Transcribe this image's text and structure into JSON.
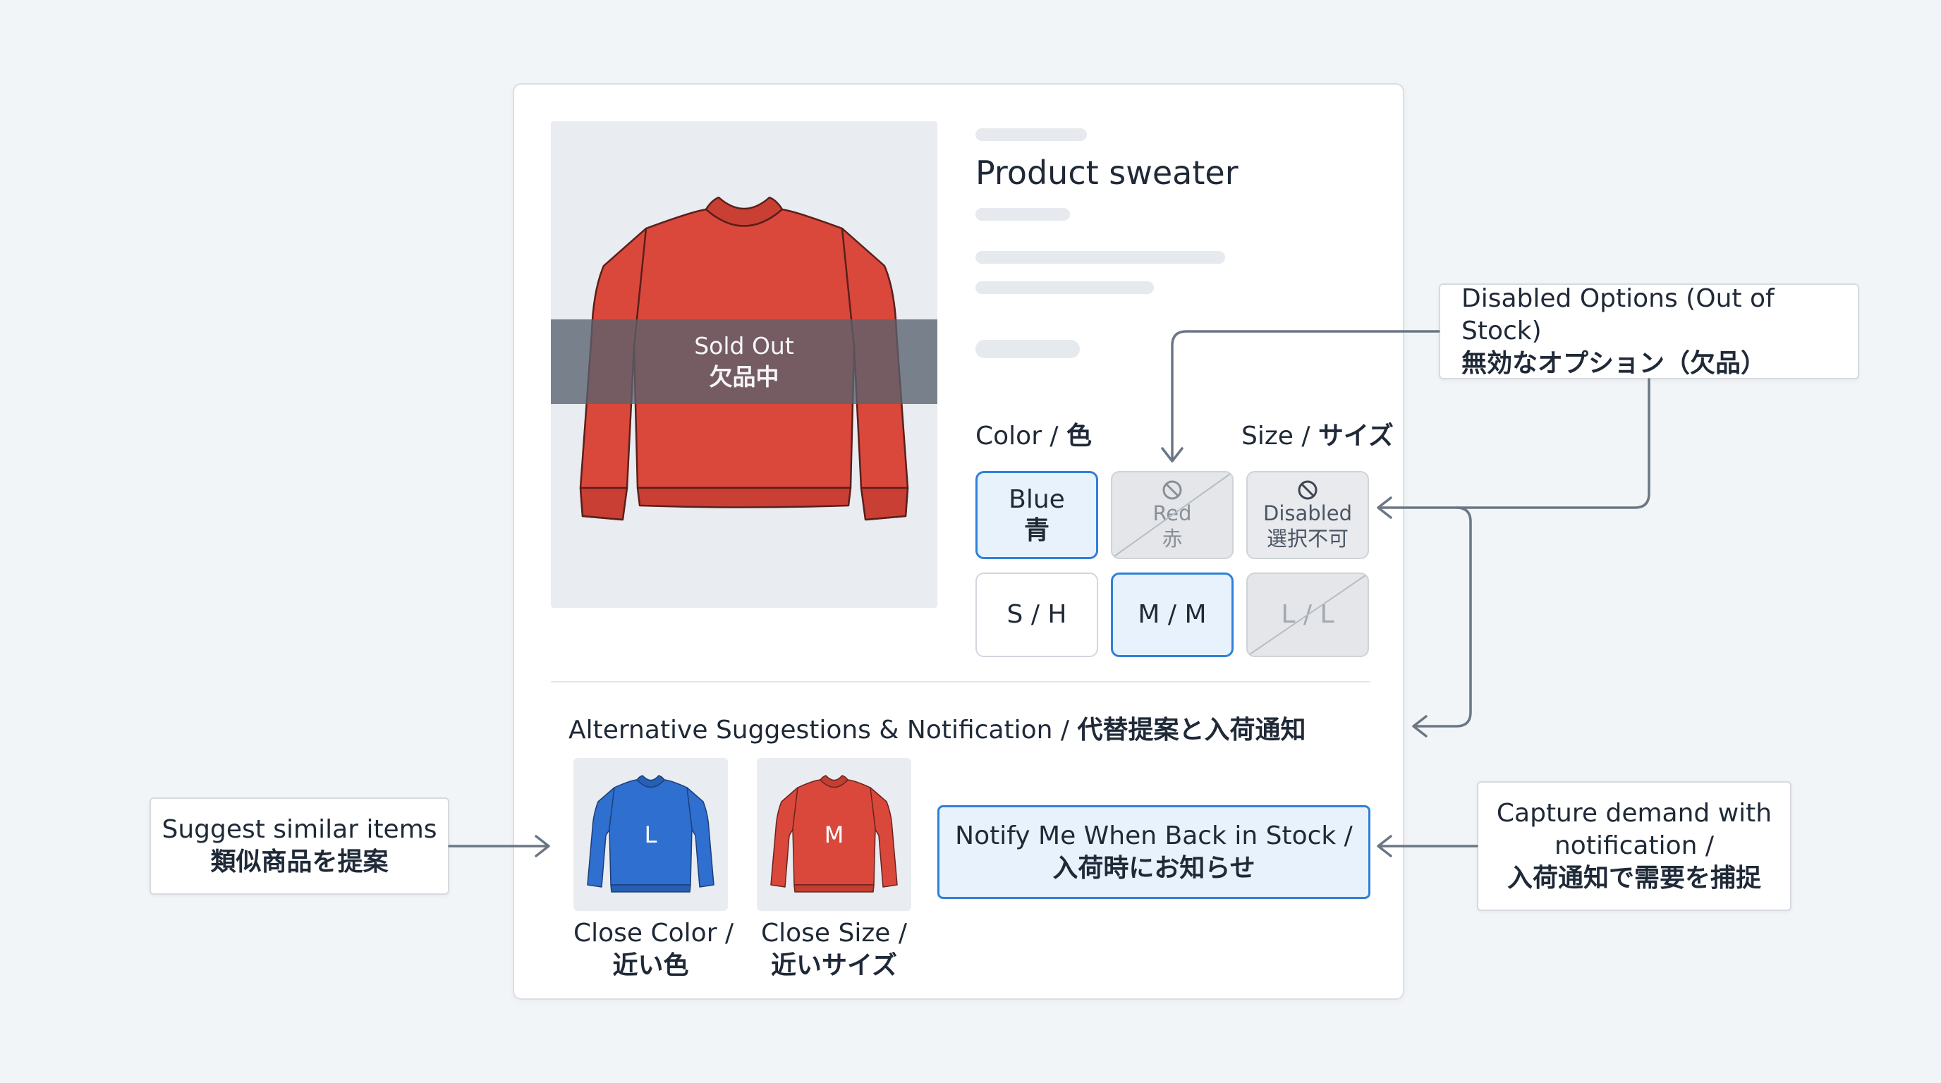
{
  "product": {
    "title": "Product sweater",
    "sold_out": {
      "en": "Sold Out",
      "jp": "欠品中"
    }
  },
  "color": {
    "label_en": "Color / ",
    "label_jp": "色",
    "options": [
      {
        "en": "Blue",
        "jp": "青",
        "state": "selected"
      },
      {
        "en": "Red",
        "jp": "赤",
        "state": "disabled"
      },
      {
        "en": "Disabled",
        "jp": "選択不可",
        "state": "disabled"
      }
    ]
  },
  "size": {
    "label_en": "Size / ",
    "label_jp": "サイズ",
    "options": [
      {
        "label": "S / H",
        "state": "available"
      },
      {
        "label": "M / M",
        "state": "selected"
      },
      {
        "label": "L / L",
        "state": "disabled"
      }
    ]
  },
  "suggestions": {
    "title_en": "Alternative Suggestions & Notification / ",
    "title_jp": "代替提案と入荷通知",
    "items": [
      {
        "badge": "L",
        "caption_en": "Close Color /",
        "caption_jp": "近い色",
        "color": "#2e6fd0"
      },
      {
        "badge": "M",
        "caption_en": "Close Size /",
        "caption_jp": "近いサイズ",
        "color": "#d9483b"
      }
    ],
    "notify_en": "Notify Me When Back in Stock /",
    "notify_jp": "入荷時にお知らせ"
  },
  "callouts": {
    "disabled_en": "Disabled Options (Out of Stock)",
    "disabled_jp": "無効なオプション（欠品）",
    "suggest_en": "Suggest similar items",
    "suggest_jp": "類似商品を提案",
    "capture_en1": "Capture demand with",
    "capture_en2": "notification /",
    "capture_jp": "入荷通知で需要を捕捉"
  },
  "colors": {
    "accent": "#2f80d8",
    "sweater_red": "#d9483b",
    "sweater_blue": "#2e6fd0",
    "arrow": "#6b7785"
  }
}
